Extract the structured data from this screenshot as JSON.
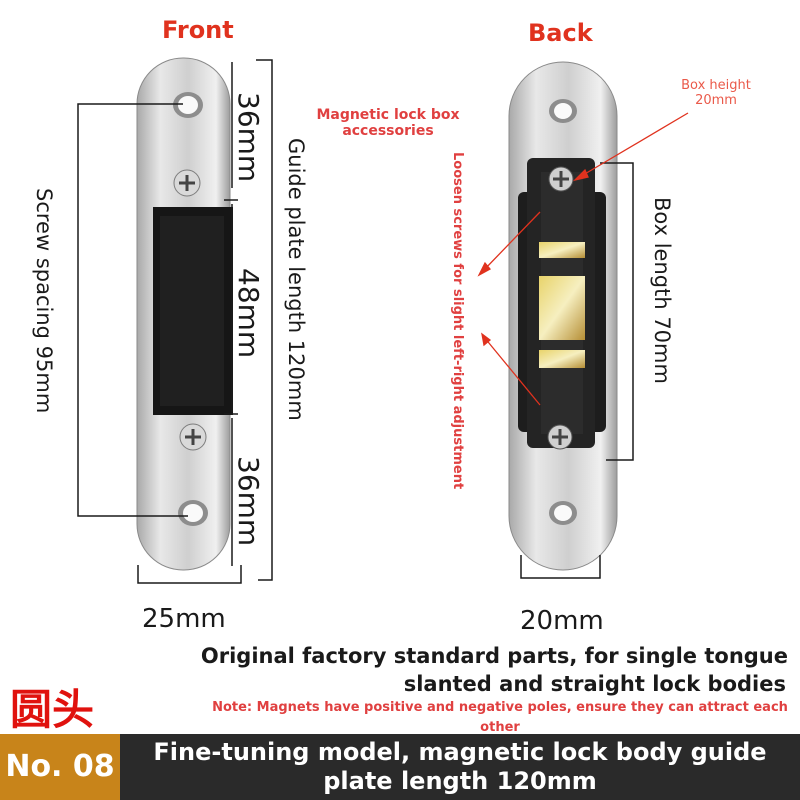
{
  "labels": {
    "front": "Front",
    "back": "Back",
    "width_front": "25mm",
    "width_back": "20mm",
    "seg_top": "36mm",
    "seg_mid": "48mm",
    "seg_bottom": "36mm",
    "guide_length": "Guide plate length 120mm",
    "screw_spacing": "Screw spacing 95mm",
    "box_length": "Box length 70mm",
    "box_height": "Box height\n20mm",
    "accessories": "Magnetic lock box\naccessories",
    "loosen_screws": "Loosen screws for slight left-right adjustment"
  },
  "description": {
    "line1": "Original factory standard parts, for single tongue",
    "line2": "slanted and straight lock bodies",
    "note": "Note: Magnets have positive and negative poles, ensure they can attract each other"
  },
  "chinese_tag": "圆头",
  "badge": "No. 08",
  "banner": "Fine-tuning model, magnetic lock body guide plate length 120mm",
  "colors": {
    "red": "#e0321e",
    "note_red": "#e04040",
    "banner_bg": "#2a2a2a",
    "badge_bg": "#c8841a",
    "steel_light": "#e8e8e8",
    "steel_dark": "#a9a9a9"
  }
}
